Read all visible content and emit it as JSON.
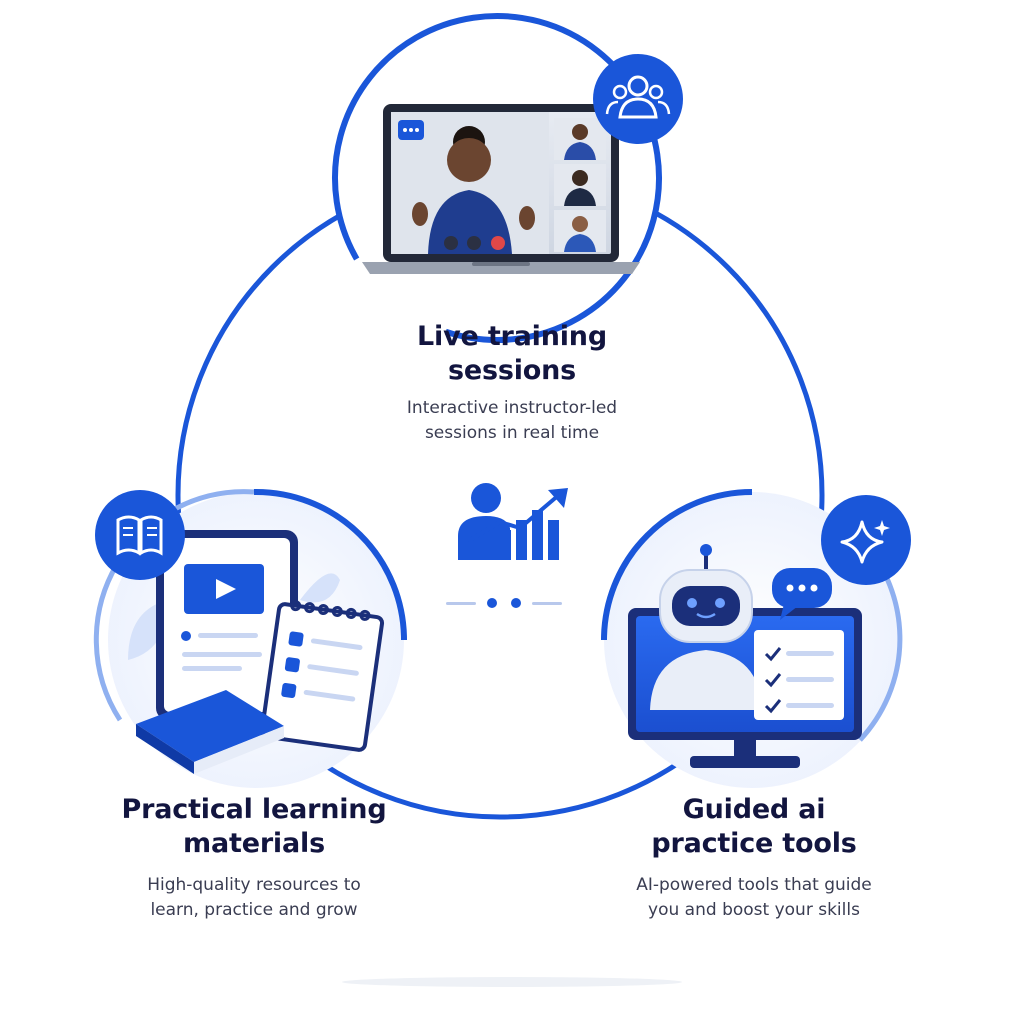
{
  "features": [
    {
      "id": "live",
      "title_lines": [
        "Live training",
        "sessions"
      ],
      "desc_lines": [
        "Interactive instructor-led",
        "sessions in real time"
      ],
      "badge_icon": "group-icon"
    },
    {
      "id": "materials",
      "title_lines": [
        "Practical learning",
        "materials"
      ],
      "desc_lines": [
        "High-quality resources to",
        "learn, practice and grow"
      ],
      "badge_icon": "open-book-icon"
    },
    {
      "id": "ai",
      "title_lines": [
        "Guided ai",
        "practice tools"
      ],
      "desc_lines": [
        "AI-powered tools that guide",
        "you and boost your skills"
      ],
      "badge_icon": "sparkle-icon"
    }
  ],
  "center_icon": "growth-person-chart-icon",
  "colors": {
    "primary": "#1a56d9",
    "dark_navy": "#12153f",
    "light_blue": "#dbe6fb"
  }
}
